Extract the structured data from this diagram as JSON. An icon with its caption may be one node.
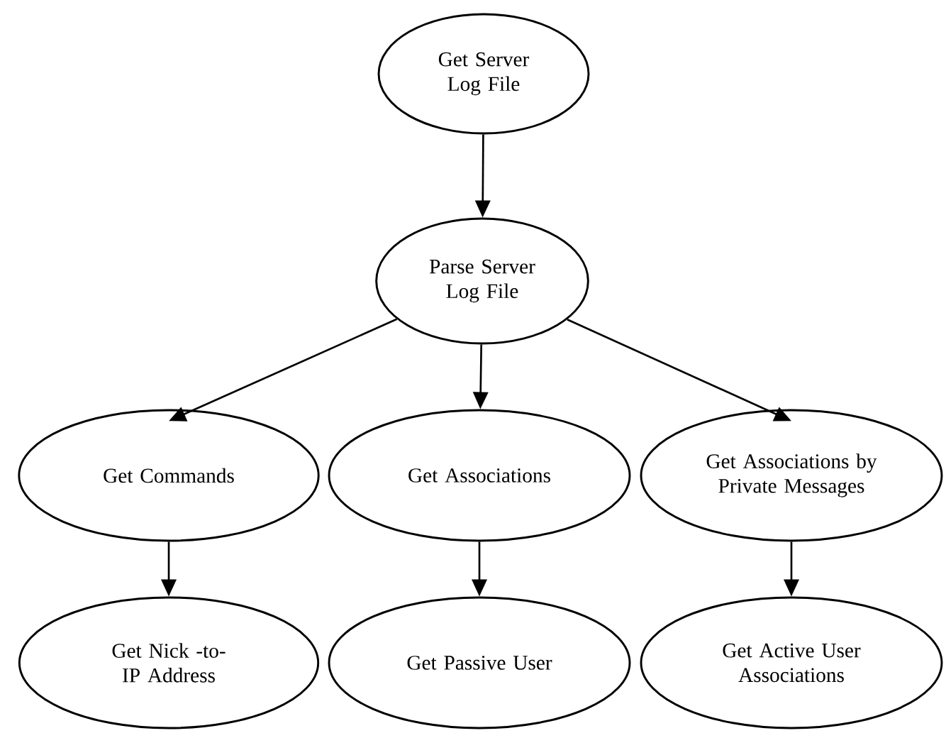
{
  "diagram": {
    "nodes": [
      {
        "text": [
          "Get Server Log File"
        ]
      },
      {
        "text": [
          "Parse Server Log File"
        ]
      },
      {
        "text": [
          "Get Commands"
        ]
      },
      {
        "text": [
          "Get Associations"
        ]
      },
      {
        "text": [
          "Get Associations by Private Messages"
        ]
      },
      {
        "text": [
          "Get Nick -to- IP Address"
        ]
      },
      {
        "text": [
          "Get Passive User"
        ]
      },
      {
        "text": [
          "Get Active User Associations"
        ]
      }
    ],
    "edges": [
      {
        "from": 0,
        "to": 1,
        "arrow": "to"
      },
      {
        "from": 1,
        "to": 2,
        "arrow": "to"
      },
      {
        "from": 1,
        "to": 3,
        "arrow": "to"
      },
      {
        "from": 1,
        "to": 4,
        "arrow": "to"
      },
      {
        "from": 2,
        "to": 5,
        "arrow": "to"
      },
      {
        "from": 3,
        "to": 6,
        "arrow": "to"
      },
      {
        "from": 4,
        "to": 7,
        "arrow": "to"
      }
    ]
  }
}
